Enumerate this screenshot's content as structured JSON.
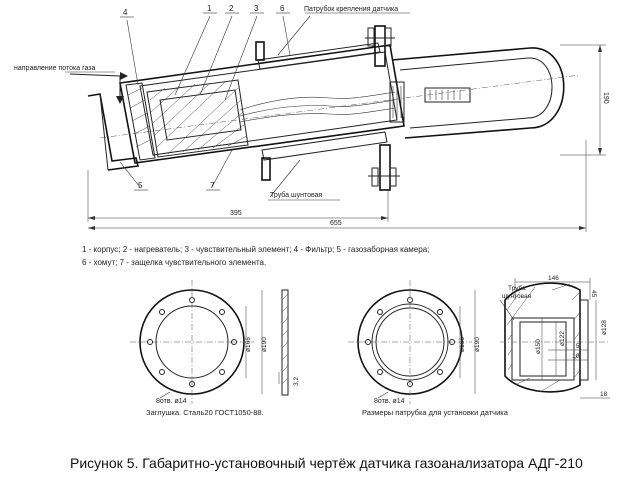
{
  "top_view": {
    "pipe_label": "Патрубок крепления датчика",
    "flow_label": "направление потока газа",
    "shunt_label": "Труба шунтовая",
    "numbers": [
      "4",
      "1",
      "2",
      "3",
      "6",
      "5",
      "7"
    ],
    "dim_395": "395",
    "dim_655": "655",
    "dim_height": "190"
  },
  "legend": {
    "line1": "1 - корпус; 2 - нагреватель; 3 - чувствительный элемент; 4 - Фильтр; 5 - газозаборная камера;",
    "line2": "6 - хомут; 7 - защелка чувствительного элемента."
  },
  "plug": {
    "caption": "Заглушка. Сталь20 ГОСТ1050-88.",
    "holes": "8отв. ø14",
    "d166": "ø166",
    "d190": "ø190",
    "thickness": "3,2"
  },
  "flange": {
    "caption": "Размеры патрубка для установки датчика",
    "holes": "8отв. ø14",
    "d166": "ø166",
    "d190": "ø190"
  },
  "side_view": {
    "pipe_label_1": "Труба",
    "pipe_label_2": "шунтовая",
    "dim_146": "146",
    "d128": "ø128",
    "d122": "ø122",
    "d150": "ø150",
    "dim_5": "5",
    "dim_10": "10",
    "dim_18": "18",
    "dim_45": "45"
  },
  "figure_caption": "Рисунок 5. Габаритно-установочный чертёж датчика газоанализатора АДГ-210"
}
